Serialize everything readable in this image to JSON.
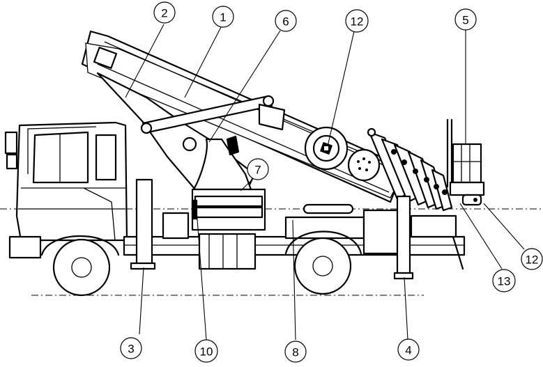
{
  "callouts": [
    {
      "id": "c1",
      "label": "1"
    },
    {
      "id": "c2",
      "label": "2"
    },
    {
      "id": "c3",
      "label": "3"
    },
    {
      "id": "c4",
      "label": "4"
    },
    {
      "id": "c5",
      "label": "5"
    },
    {
      "id": "c6",
      "label": "6"
    },
    {
      "id": "c7",
      "label": "7"
    },
    {
      "id": "c8",
      "label": "8"
    },
    {
      "id": "c10",
      "label": "10"
    },
    {
      "id": "c12a",
      "label": "12"
    },
    {
      "id": "c12b",
      "label": "12"
    },
    {
      "id": "c13",
      "label": "13"
    }
  ]
}
